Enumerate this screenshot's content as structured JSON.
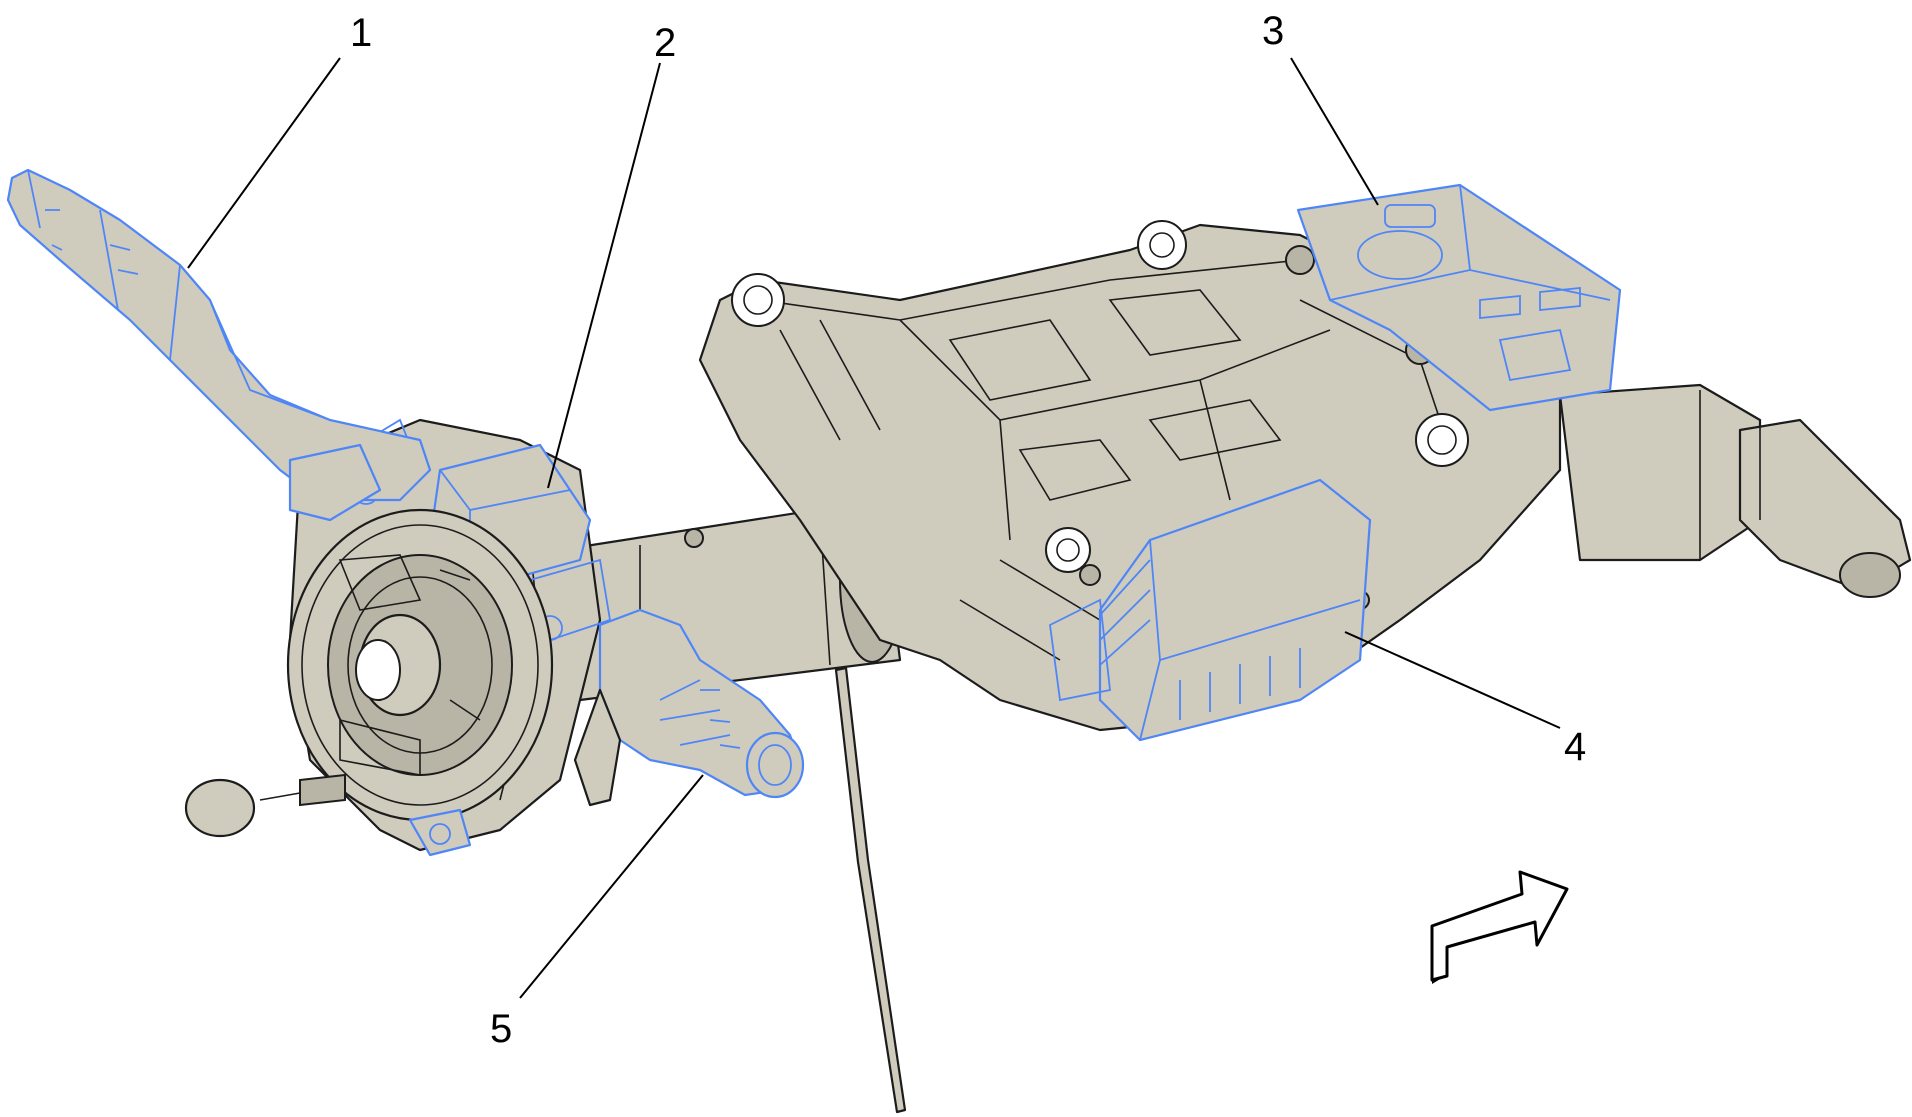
{
  "colors": {
    "housing": "#cfcbbd",
    "highlight": "#4f86f7",
    "outline": "#1c1c1c",
    "background": "#ffffff"
  },
  "callouts": [
    {
      "id": "1",
      "label": "1"
    },
    {
      "id": "2",
      "label": "2"
    },
    {
      "id": "3",
      "label": "3"
    },
    {
      "id": "4",
      "label": "4"
    },
    {
      "id": "5",
      "label": "5"
    }
  ],
  "icons": {
    "direction_arrow": "forward-arrow-icon"
  }
}
